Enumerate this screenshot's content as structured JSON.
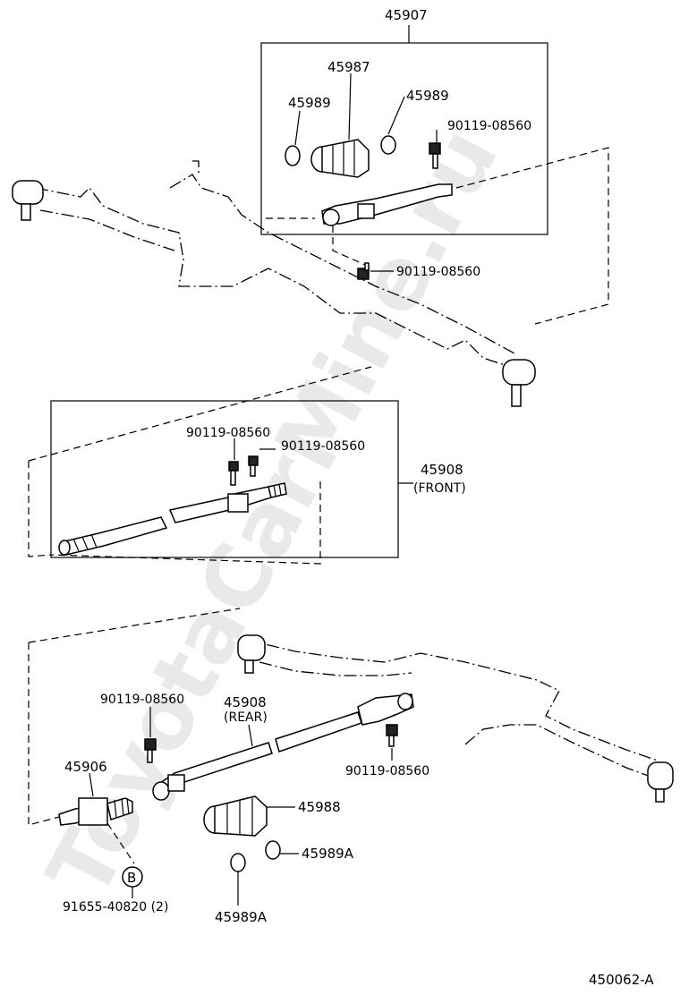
{
  "watermark": "ToyotaCarMine.ru",
  "labels": {
    "assy_top": "45907",
    "boot_top": "45987",
    "clamp_top_left": "45989",
    "clamp_top_right": "45989",
    "bolt_top_box": "90119-08560",
    "bolt_top_gear": "90119-08560",
    "bolt_front_1": "90119-08560",
    "bolt_front_2": "90119-08560",
    "shaft_front": "45908",
    "shaft_front_note": "(FRONT)",
    "bolt_rear_left": "90119-08560",
    "shaft_rear": "45908",
    "shaft_rear_note": "(REAR)",
    "bolt_rear_right": "90119-08560",
    "joint_rear": "45906",
    "boot_rear": "45988",
    "clamp_rear_right": "45989A",
    "clamp_rear_bottom": "45989A",
    "callout_b": "B",
    "bolt_b": "91655-40820 (2)",
    "figure_code": "450062-A"
  }
}
